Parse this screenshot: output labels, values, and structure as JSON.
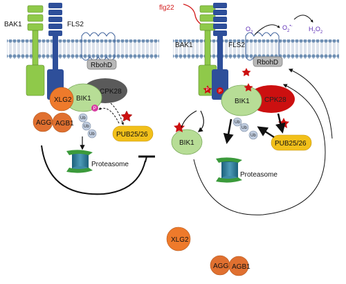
{
  "colors": {
    "membrane_lipid": "#6f8fb3",
    "membrane_band": "#dfe7f0",
    "receptor_green": "#8fc94a",
    "receptor_blue": "#2e4f9a",
    "bik1": "#b7dd96",
    "cpk28_left": "#5a5a5a",
    "cpk28_right": "#cc1010",
    "xlg2": "#ee7a2b",
    "agg_agb": "#e07030",
    "pub": "#f2c01a",
    "ub": "#c0cde0",
    "phospho": "#d63aa0",
    "ros": "#5b2bb5",
    "flg22": "#d42020"
  },
  "left_panel": {
    "bak1": "BAK1",
    "fls2": "FLS2",
    "rbohd": "RbohD",
    "bik1": "BIK1",
    "cpk28": "CPK28",
    "phospho": "P",
    "xlg2": "XLG2",
    "agg": "AGG",
    "agb1": "AGB1",
    "ub": [
      "Ub",
      "Ub",
      "Ub"
    ],
    "pub": "PUB25/26",
    "proteasome": "Proteasome"
  },
  "right_panel": {
    "flg22": "flg22",
    "bak1": "BAK1",
    "fls2": "FLS2",
    "rbohd": "RbohD",
    "o2": "O",
    "o2_sub": "2",
    "superoxide": "O",
    "superoxide_sup": "2",
    "superoxide_charge": "•-",
    "h2o2_h": "H",
    "h2o2_sub1": "2",
    "h2o2_o": "O",
    "h2o2_sub2": "2",
    "bik1": "BIK1",
    "bik1_released": "BIK1",
    "cpk28": "CPK28",
    "phospho_bak1": "P",
    "phospho_fls2": "P",
    "ub": [
      "Ub",
      "Ub",
      "Ub"
    ],
    "pub": "PUB25/26",
    "proteasome": "Proteasome",
    "xlg2_released": "XLG2",
    "agg_released": "AGG",
    "agb1_released": "AGB1"
  }
}
